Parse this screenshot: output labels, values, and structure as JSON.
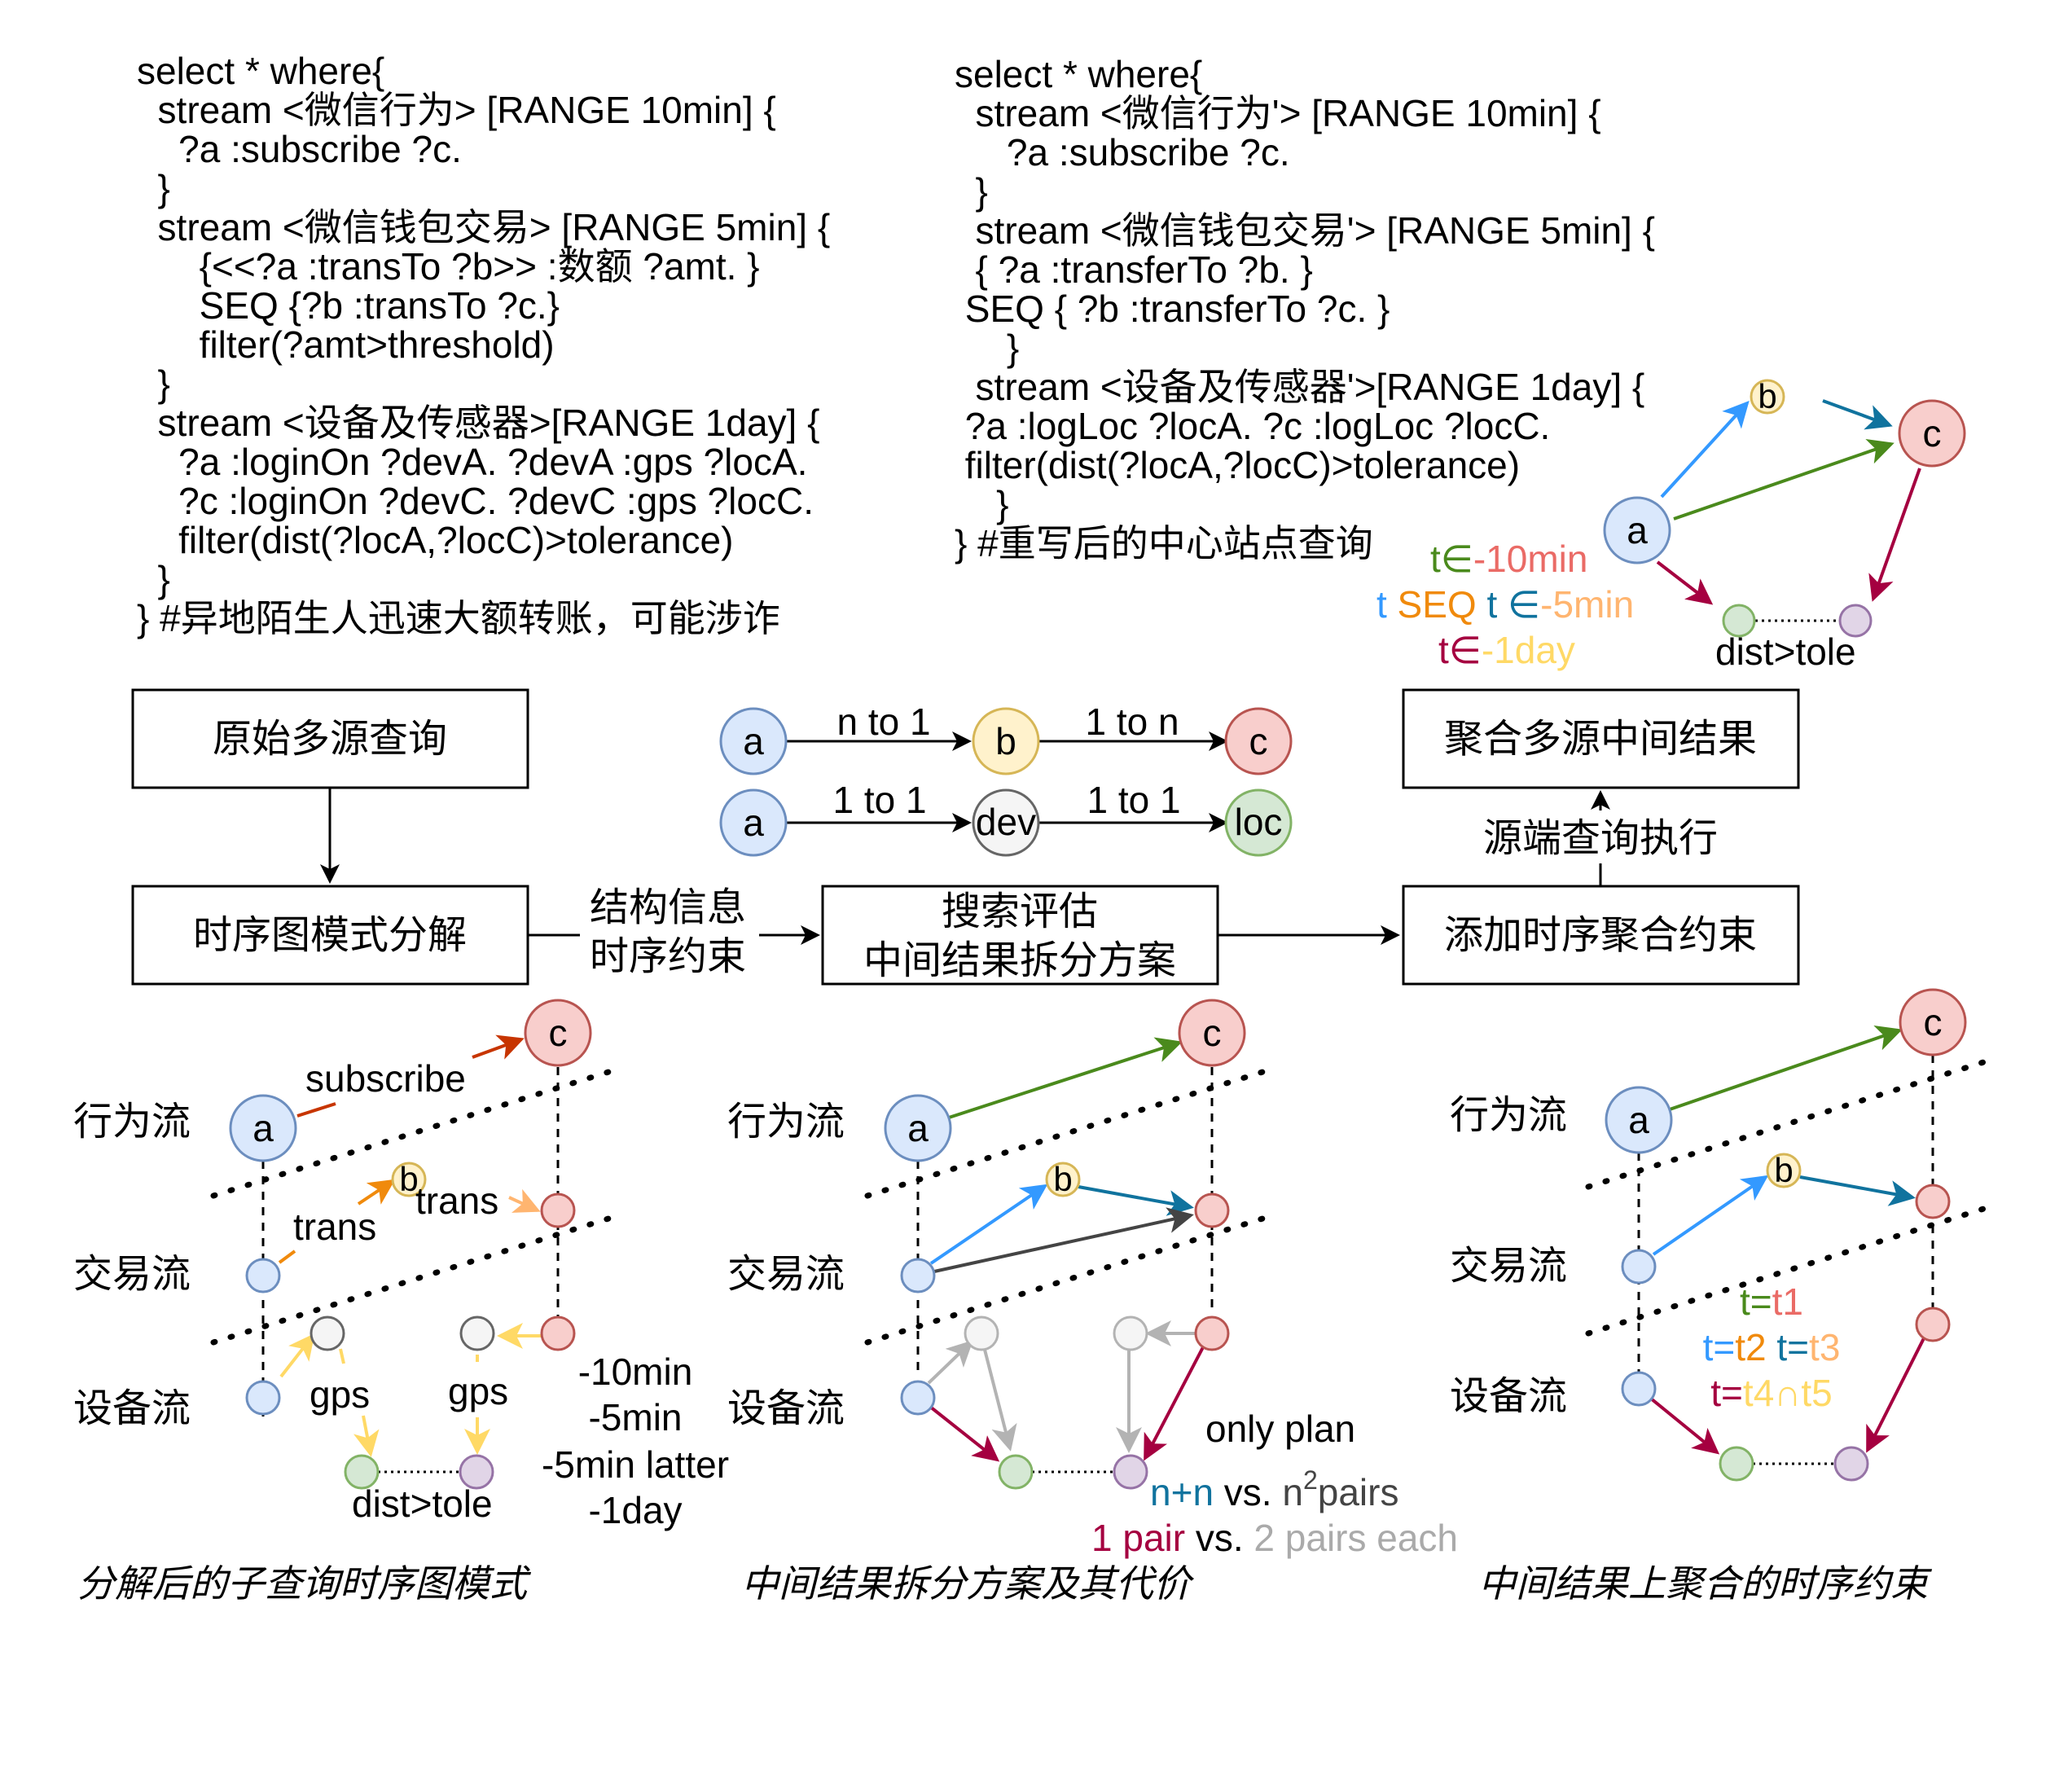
{
  "colors": {
    "blue_fill": "#dae8fc",
    "blue_stroke": "#6c8ebf",
    "yellow_fill": "#fff2cc",
    "yellow_stroke": "#d6b656",
    "red_fill": "#f8cecc",
    "red_stroke": "#b85450",
    "green_fill": "#d5e8d4",
    "green_stroke": "#82b366",
    "purple_fill": "#e1d5e7",
    "purple_stroke": "#9673a6",
    "gray_fill": "#f5f5f5",
    "gray_stroke": "#666666",
    "arrow_blue": "#3399ff",
    "arrow_green": "#4a8a1c",
    "arrow_darkblue": "#10739e",
    "arrow_crimson": "#a50040",
    "arrow_orange": "#f08a0c",
    "arrow_lightorange": "#ffb570",
    "arrow_yellow": "#ffd966",
    "arrow_brown": "#c73500",
    "arrow_gray": "#b3b3b3"
  },
  "query_original": {
    "lines": [
      "select * where{",
      "  stream <微信行为> [RANGE 10min] {",
      "    ?a :subscribe ?c.",
      "  }",
      "  stream <微信钱包交易> [RANGE 5min] {",
      "      {<<?a :transTo ?b>> :数额 ?amt. }",
      "      SEQ {?b :transTo ?c.}",
      "      filter(?amt>threshold)",
      "  }",
      "  stream <设备及传感器>[RANGE 1day] {",
      "    ?a :loginOn ?devA. ?devA :gps ?locA.",
      "    ?c :loginOn ?devC. ?devC :gps ?locC.",
      "    filter(dist(?locA,?locC)>tolerance)",
      "  }",
      "} #异地陌生人迅速大额转账，可能涉诈"
    ]
  },
  "query_rewritten": {
    "lines": [
      "select * where{",
      "  stream <微信行为'> [RANGE 10min] {",
      "     ?a :subscribe ?c.",
      "  }",
      "  stream <微信钱包交易'> [RANGE 5min] {",
      "  { ?a :transferTo ?b. }",
      " SEQ { ?b :transferTo ?c. }",
      "     }",
      "  stream <设备及传感器'>[RANGE 1day] {",
      " ?a :logLoc ?locA. ?c :logLoc ?locC.",
      " filter(dist(?locA,?locC)>tolerance)",
      "    }",
      "} #重写后的中心站点查询"
    ]
  },
  "top_graph": {
    "nodes": {
      "a": "a",
      "b": "b",
      "c": "c"
    },
    "constraints": {
      "l1_t": "t∈",
      "l1_v": "-10min",
      "l2_t": "t SEQ",
      "l2_t2": " t ∈",
      "l2_v": "-5min",
      "l3_t": "t∈",
      "l3_v": "-1day"
    },
    "dist": "dist>tole"
  },
  "flow": {
    "box_original": "原始多源查询",
    "box_decompose": "时序图模式分解",
    "box_search_1": "搜索评估",
    "box_search_2": "中间结果拆分方案",
    "box_add": "添加时序聚合约束",
    "box_aggregate": "聚合多源中间结果",
    "edge_label_1": "结构信息",
    "edge_label_2": "时序约束",
    "edge_label_exec": "源端查询执行"
  },
  "cardinality": {
    "row1": {
      "n1": "a",
      "n2": "b",
      "n3": "c",
      "e1": "n to 1",
      "e2": "1 to n"
    },
    "row2": {
      "n1": "a",
      "n2": "dev",
      "n3": "loc",
      "e1": "1 to 1",
      "e2": "1 to 1"
    }
  },
  "streams": {
    "behavior": "行为流",
    "trade": "交易流",
    "device": "设备流"
  },
  "panel1": {
    "node_a": "a",
    "node_b": "b",
    "node_c": "c",
    "subscribe": "subscribe",
    "trans1": "trans",
    "trans2": "trans",
    "gps1": "gps",
    "gps2": "gps",
    "dist": "dist>tole",
    "t1": "-10min",
    "t2": "-5min",
    "t3": "-5min latter",
    "t4": "-1day",
    "caption": "分解后的子查询时序图模式"
  },
  "panel2": {
    "node_a": "a",
    "node_b": "b",
    "node_c": "c",
    "only_plan": "only plan",
    "cost1_a": "n+n",
    "cost1_b": " vs. ",
    "cost1_c": "n",
    "cost1_sup": "2",
    "cost1_d": "pairs",
    "cost2_a": "1 pair",
    "cost2_b": " vs. ",
    "cost2_c": "2 pairs each",
    "caption": "中间结果拆分方案及其代价"
  },
  "panel3": {
    "node_a": "a",
    "node_b": "b",
    "node_c": "c",
    "l1_t": "t=",
    "l1_v": "t1",
    "l2_t": "t=",
    "l2_v": "t2",
    "l2_t2": " t=",
    "l2_v2": "t3",
    "l3_t": "t=",
    "l3_v": "t4∩t5",
    "caption": "中间结果上聚合的时序约束"
  }
}
